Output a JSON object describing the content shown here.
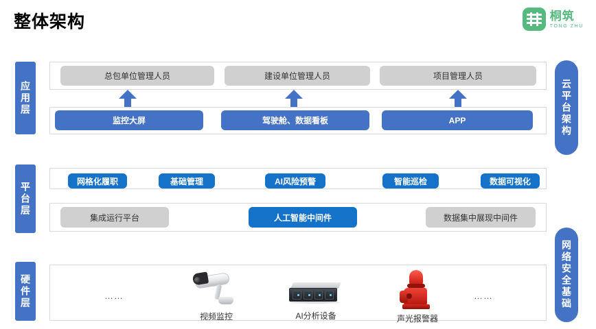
{
  "header": {
    "title": "整体架构",
    "logo": {
      "cn": "桐筑",
      "en": "TONG ZHU",
      "color": "#56b97f"
    }
  },
  "colors": {
    "primary_blue": "#4472C4",
    "accent_blue": "#1472C8",
    "gray_box": "#d0d0d0",
    "panel_border": "#d9d9d9"
  },
  "left_labels": [
    {
      "name": "application-layer",
      "text": "应用层"
    },
    {
      "name": "platform-layer",
      "text": "平台层"
    },
    {
      "name": "hardware-layer",
      "text": "硬件层"
    }
  ],
  "right_labels": [
    {
      "name": "cloud-platform-architecture",
      "text": "云平台架构"
    },
    {
      "name": "network-security-foundation",
      "text": "网络安全基础"
    }
  ],
  "application_layer": {
    "roles": [
      {
        "label": "总包单位管理人员"
      },
      {
        "label": "建设单位管理人员"
      },
      {
        "label": "项目管理人员"
      }
    ],
    "clients": [
      {
        "label": "监控大屏"
      },
      {
        "label": "驾驶舱、数据看板"
      },
      {
        "label": "APP"
      }
    ],
    "arrows": 3
  },
  "platform_layer": {
    "capabilities": [
      {
        "label": "网格化履职"
      },
      {
        "label": "基础管理"
      },
      {
        "label": "AI风险预警"
      },
      {
        "label": "智能巡检"
      },
      {
        "label": "数据可视化"
      }
    ],
    "middleware": [
      {
        "label": "集成运行平台",
        "highlight": false
      },
      {
        "label": "人工智能中间件",
        "highlight": true
      },
      {
        "label": "数据集中展现中间件",
        "highlight": false
      }
    ]
  },
  "hardware_layer": {
    "left_ellipsis": "……",
    "right_ellipsis": "……",
    "devices": [
      {
        "icon": "cctv-camera-icon",
        "caption": "视频监控"
      },
      {
        "icon": "rack-server-icon",
        "caption": "AI分析设备"
      },
      {
        "icon": "sound-light-alarm-icon",
        "caption": "声光报警器"
      }
    ]
  }
}
